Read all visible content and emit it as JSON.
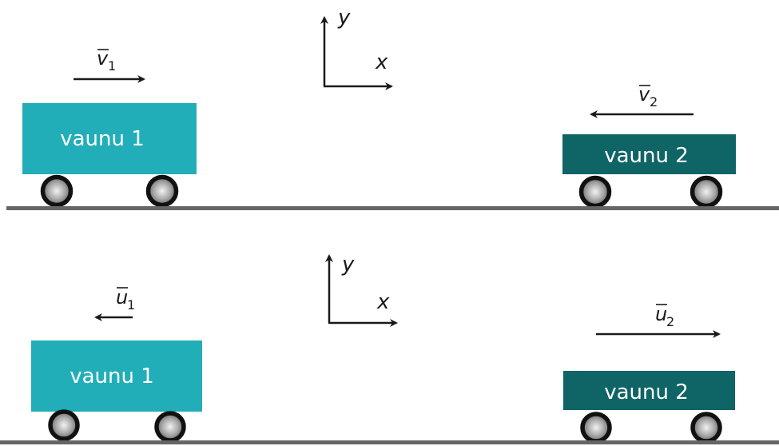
{
  "colors": {
    "cart1": "#22aeb8",
    "cart2": "#0f6466",
    "ground": "#666666",
    "arrow": "#1a1a1a"
  },
  "axes": {
    "x_label": "x",
    "y_label": "y"
  },
  "before": {
    "cart1": {
      "label": "vaunu 1",
      "vector_letter": "v",
      "vector_sub": "1"
    },
    "cart2": {
      "label": "vaunu 2",
      "vector_letter": "v",
      "vector_sub": "2"
    }
  },
  "after": {
    "cart1": {
      "label": "vaunu 1",
      "vector_letter": "u",
      "vector_sub": "1"
    },
    "cart2": {
      "label": "vaunu 2",
      "vector_letter": "u",
      "vector_sub": "2"
    }
  }
}
